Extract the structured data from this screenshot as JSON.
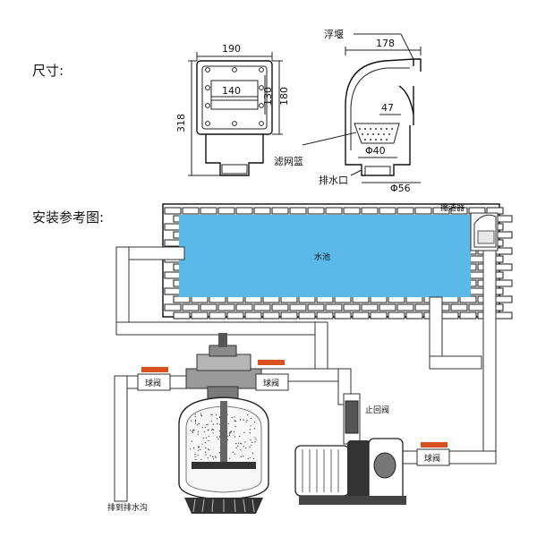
{
  "headings": {
    "dimensions": "尺寸:",
    "install_reference": "安装参考图:"
  },
  "dimension_labels": {
    "front_width": "190",
    "opening_width": "140",
    "opening_height": "130",
    "face_height": "180",
    "total_height": "318",
    "side_depth": "178",
    "basket_width": "47",
    "basket_diameter": "Φ40",
    "outlet_diameter": "Φ56"
  },
  "part_labels": {
    "weir": "浮堰",
    "filter_basket": "滤网篮",
    "drain_outlet": "排水口"
  },
  "install_labels": {
    "skimmer": "撇渣器",
    "pool": "水池",
    "ball_valve_left": "球阀",
    "ball_valve_mid": "球阀",
    "ball_valve_right": "球阀",
    "check_valve": "止回阀",
    "drain": "排到排水沟"
  },
  "colors": {
    "pool_water": "#5db8ea",
    "valve_handle": "#d9501f",
    "brick_line": "#1a1a1a"
  }
}
